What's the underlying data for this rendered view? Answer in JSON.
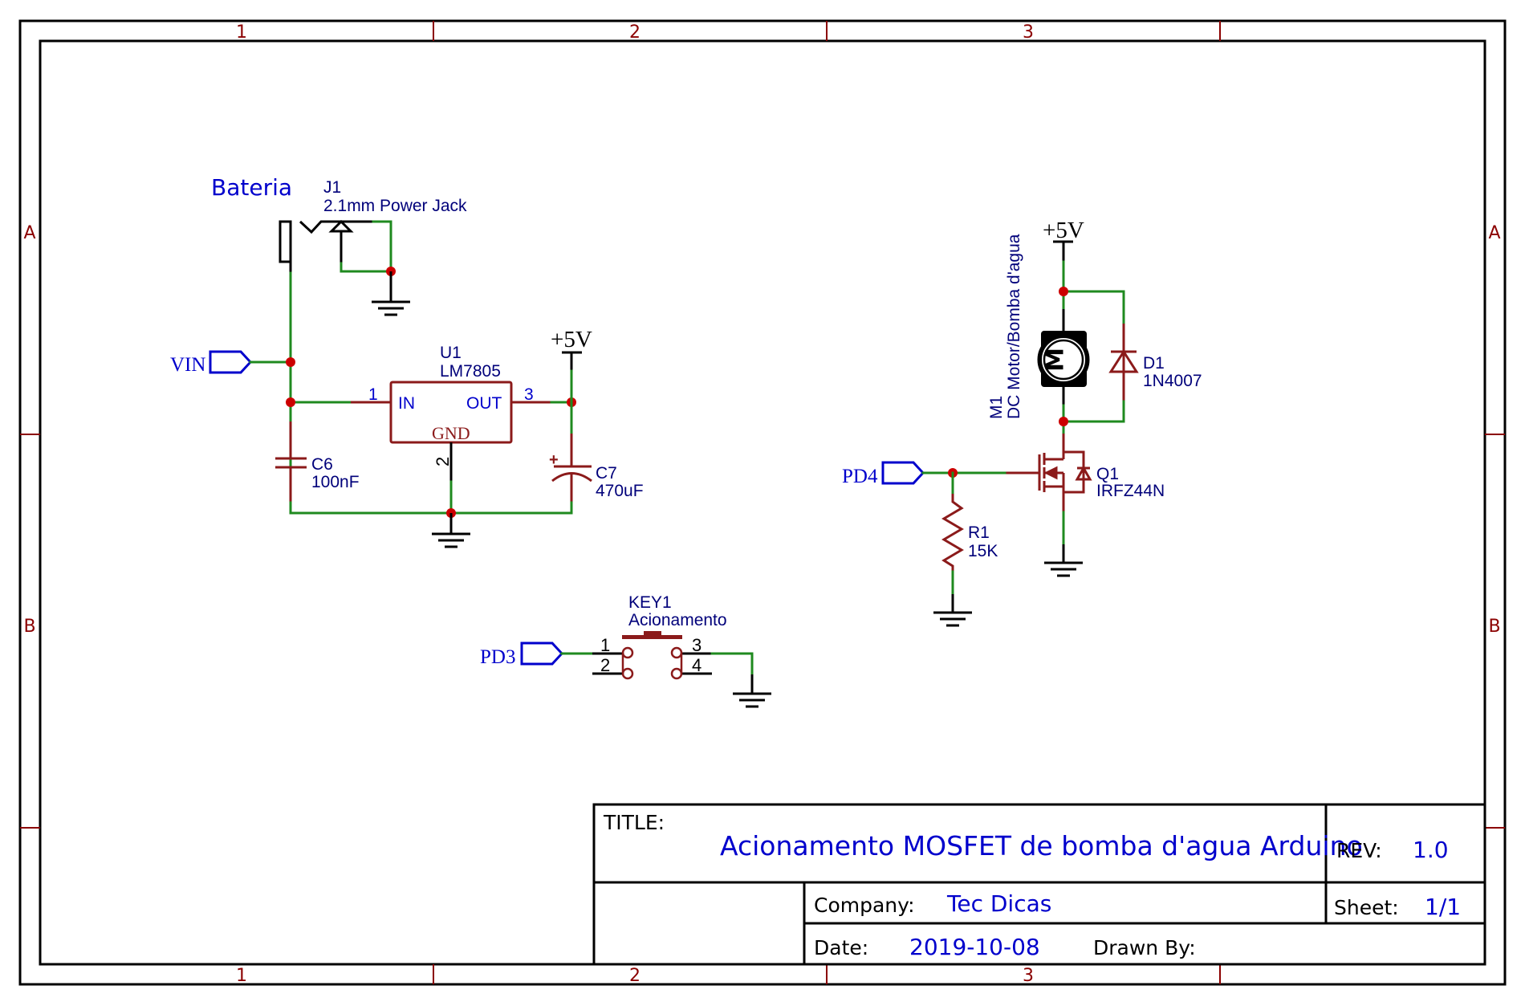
{
  "sheet": {
    "columns": [
      "1",
      "2",
      "3"
    ],
    "rows": [
      "A",
      "B"
    ],
    "border_color": "#000000",
    "zone_color": "#8b0000",
    "wire_color": "#1f8a1f",
    "symbol_color": "#8b1a1a",
    "label_color": "#0000cc",
    "junction_color": "#cc0000"
  },
  "annotations": {
    "battery_label": "Bateria"
  },
  "components": {
    "j1": {
      "ref": "J1",
      "value": "2.1mm Power Jack"
    },
    "u1": {
      "ref": "U1",
      "value": "LM7805",
      "pin_in_name": "IN",
      "pin_out_name": "OUT",
      "pin_gnd_name": "GND",
      "pin_in_num": "1",
      "pin_out_num": "3",
      "pin_gnd_num": "2"
    },
    "c6": {
      "ref": "C6",
      "value": "100nF"
    },
    "c7": {
      "ref": "C7",
      "value": "470uF",
      "polarity_mark": "+"
    },
    "m1": {
      "ref": "M1",
      "value": "DC Motor/Bomba d'agua",
      "symbol_glyph": "M"
    },
    "d1": {
      "ref": "D1",
      "value": "1N4007"
    },
    "q1": {
      "ref": "Q1",
      "value": "IRFZ44N"
    },
    "r1": {
      "ref": "R1",
      "value": "15K"
    },
    "key1": {
      "ref": "KEY1",
      "value": "Acionamento",
      "pins": [
        "1",
        "2",
        "3",
        "4"
      ]
    }
  },
  "nets": {
    "vin": "VIN",
    "pd4": "PD4",
    "pd3": "PD3",
    "power_u1": "+5V",
    "power_m1": "+5V"
  },
  "title_block": {
    "title_label": "TITLE:",
    "title": "Acionamento MOSFET de bomba d'agua Arduino",
    "rev_label": "REV:",
    "rev": "1.0",
    "company_label": "Company:",
    "company": "Tec Dicas",
    "sheet_label": "Sheet:",
    "sheet": "1/1",
    "date_label": "Date:",
    "date": "2019-10-08",
    "drawn_by_label": "Drawn By:",
    "drawn_by": ""
  }
}
